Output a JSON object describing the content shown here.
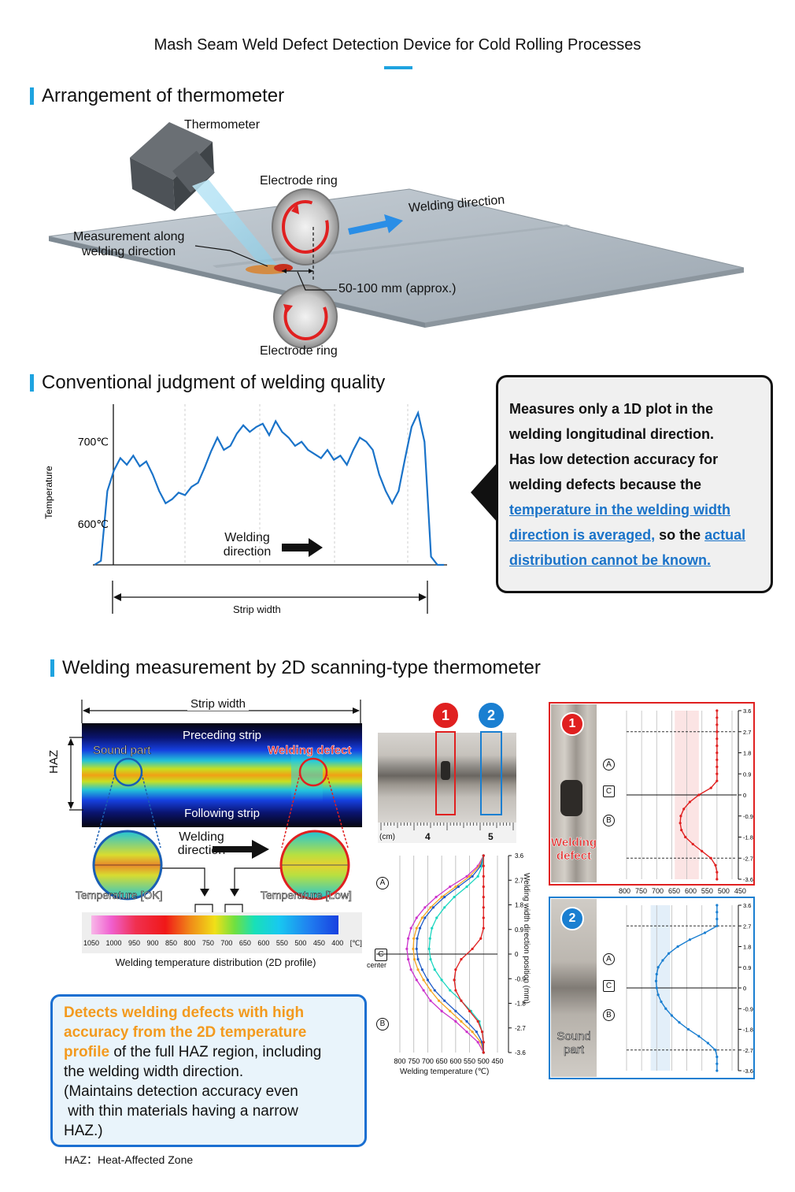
{
  "page_title": "Mash Seam Weld Defect Detection Device for Cold Rolling Processes",
  "section1": {
    "heading": "Arrangement of thermometer",
    "thermometer_label": "Thermometer",
    "electrode_top": "Electrode ring",
    "electrode_bottom": "Electrode ring",
    "welding_direction": "Welding direction",
    "measurement_line1": "Measurement along",
    "measurement_line2": "welding direction",
    "distance": "50-100 mm (approx.)",
    "colors": {
      "plate": "#b8c2cc",
      "arrow": "#2a8ee6",
      "rotation": "#e02020"
    }
  },
  "section2": {
    "heading": "Conventional judgment of welding quality",
    "chart_data": {
      "type": "line",
      "title": "",
      "xlabel": "Strip width",
      "ylabel": "Temperature",
      "y_ticks": [
        "700℃",
        "600℃"
      ],
      "series": [
        {
          "values": [
            550,
            555,
            640,
            665,
            680,
            672,
            683,
            670,
            676,
            660,
            640,
            625,
            630,
            638,
            635,
            645,
            650,
            668,
            688,
            705,
            690,
            695,
            710,
            720,
            712,
            718,
            722,
            708,
            725,
            712,
            705,
            695,
            700,
            690,
            685,
            680,
            690,
            678,
            683,
            672,
            690,
            705,
            700,
            690,
            660,
            640,
            625,
            640,
            680,
            718,
            735,
            700,
            560,
            550,
            550
          ]
        }
      ],
      "annotation_line1": "Welding",
      "annotation_line2": "direction"
    },
    "callout": {
      "line1": "Measures only a 1D plot in the",
      "line2": "welding longitudinal direction.",
      "line3": "Has low detection accuracy for",
      "line4": "welding defects because the",
      "link1": "temperature in the welding width",
      "link2": "direction is averaged,",
      "line6_mid": " so the ",
      "link3": "actual",
      "link4": "distribution cannot be known."
    }
  },
  "section3": {
    "heading": "Welding measurement by 2D scanning-type thermometer",
    "strip_width": "Strip width",
    "haz": "HAZ",
    "preceding": "Preceding strip",
    "following": "Following strip",
    "sound_part": "Sound part",
    "welding_defect": "Welding defect",
    "direction_line1": "Welding",
    "direction_line2": "direction",
    "temp_ok": "Temperature [OK]",
    "temp_low": "Temperature [Low]",
    "colorbar_ticks": [
      "1050",
      "1000",
      "950",
      "900",
      "850",
      "800",
      "750",
      "700",
      "650",
      "600",
      "550",
      "500",
      "450",
      "400",
      "[℃]"
    ],
    "colorbar_caption": "Welding temperature distribution (2D profile)",
    "photo_marker1": "1",
    "photo_marker2": "2",
    "ruler_unit": "(cm)",
    "ruler_4": "4",
    "ruler_5": "5",
    "chart_data": {
      "type": "line",
      "xlabel": "Welding temperature (℃)",
      "ylabel": "Welding width direction position (mm)",
      "x_ticks": [
        "800",
        "750",
        "700",
        "650",
        "600",
        "550",
        "500",
        "450"
      ],
      "y_ticks": [
        "3.6",
        "2.7",
        "1.8",
        "0.9",
        "0",
        "-0.9",
        "-1.8",
        "-2.7",
        "-3.6"
      ],
      "y_markers": [
        "A",
        "C",
        "B"
      ],
      "center_label": "center",
      "series": [
        {
          "color": "#cc33cc",
          "values": [
            500,
            520,
            560,
            620,
            670,
            710,
            740,
            760,
            770,
            775,
            770,
            760,
            740,
            715,
            690,
            650,
            600,
            560,
            520,
            500
          ]
        },
        {
          "color": "#f5a623",
          "values": [
            500,
            515,
            550,
            600,
            650,
            690,
            720,
            740,
            750,
            752,
            748,
            735,
            715,
            690,
            660,
            620,
            580,
            540,
            510,
            500
          ]
        },
        {
          "color": "#1f5bc8",
          "values": [
            500,
            510,
            540,
            590,
            640,
            680,
            710,
            728,
            738,
            740,
            735,
            720,
            700,
            675,
            640,
            600,
            560,
            525,
            505,
            500
          ]
        },
        {
          "color": "#1ad6c0",
          "values": [
            500,
            505,
            520,
            560,
            605,
            640,
            668,
            685,
            692,
            695,
            690,
            675,
            650,
            620,
            580,
            545,
            515,
            505,
            500,
            500
          ]
        },
        {
          "color": "#e02020",
          "values": [
            500,
            500,
            500,
            500,
            500,
            500,
            500,
            500,
            510,
            540,
            580,
            600,
            605,
            600,
            580,
            550,
            520,
            505,
            500,
            500
          ]
        }
      ]
    },
    "panel1": {
      "marker": "1",
      "photo_label_line1": "Welding",
      "photo_label_line2": "defect",
      "markers": [
        "A",
        "C",
        "B"
      ],
      "y_ticks": [
        "3.6",
        "2.7",
        "1.8",
        "0.9",
        "0",
        "-0.9",
        "-1.8",
        "-2.7",
        "-3.6"
      ],
      "x_ticks": [
        "800",
        "750",
        "700",
        "650",
        "600",
        "550",
        "500",
        "450"
      ],
      "border_color": "#e02020"
    },
    "panel2": {
      "marker": "2",
      "photo_label_line1": "Sound",
      "photo_label_line2": "part",
      "markers": [
        "A",
        "C",
        "B"
      ],
      "y_ticks": [
        "3.6",
        "2.7",
        "1.8",
        "0.9",
        "0",
        "-0.9",
        "-1.8",
        "-2.7",
        "-3.6"
      ],
      "border_color": "#1a7fd1"
    },
    "summary": {
      "orange1": "Detects welding defects with high",
      "orange2": "accuracy from the 2D temperature",
      "orange3": "profile",
      "black3": " of the full HAZ region, including",
      "line4": "the welding width direction.",
      "line5": "(Maintains detection accuracy even",
      "line6": " with thin materials having a narrow",
      "line7": "HAZ.)"
    },
    "footnote": "HAZ：Heat-Affected Zone"
  }
}
